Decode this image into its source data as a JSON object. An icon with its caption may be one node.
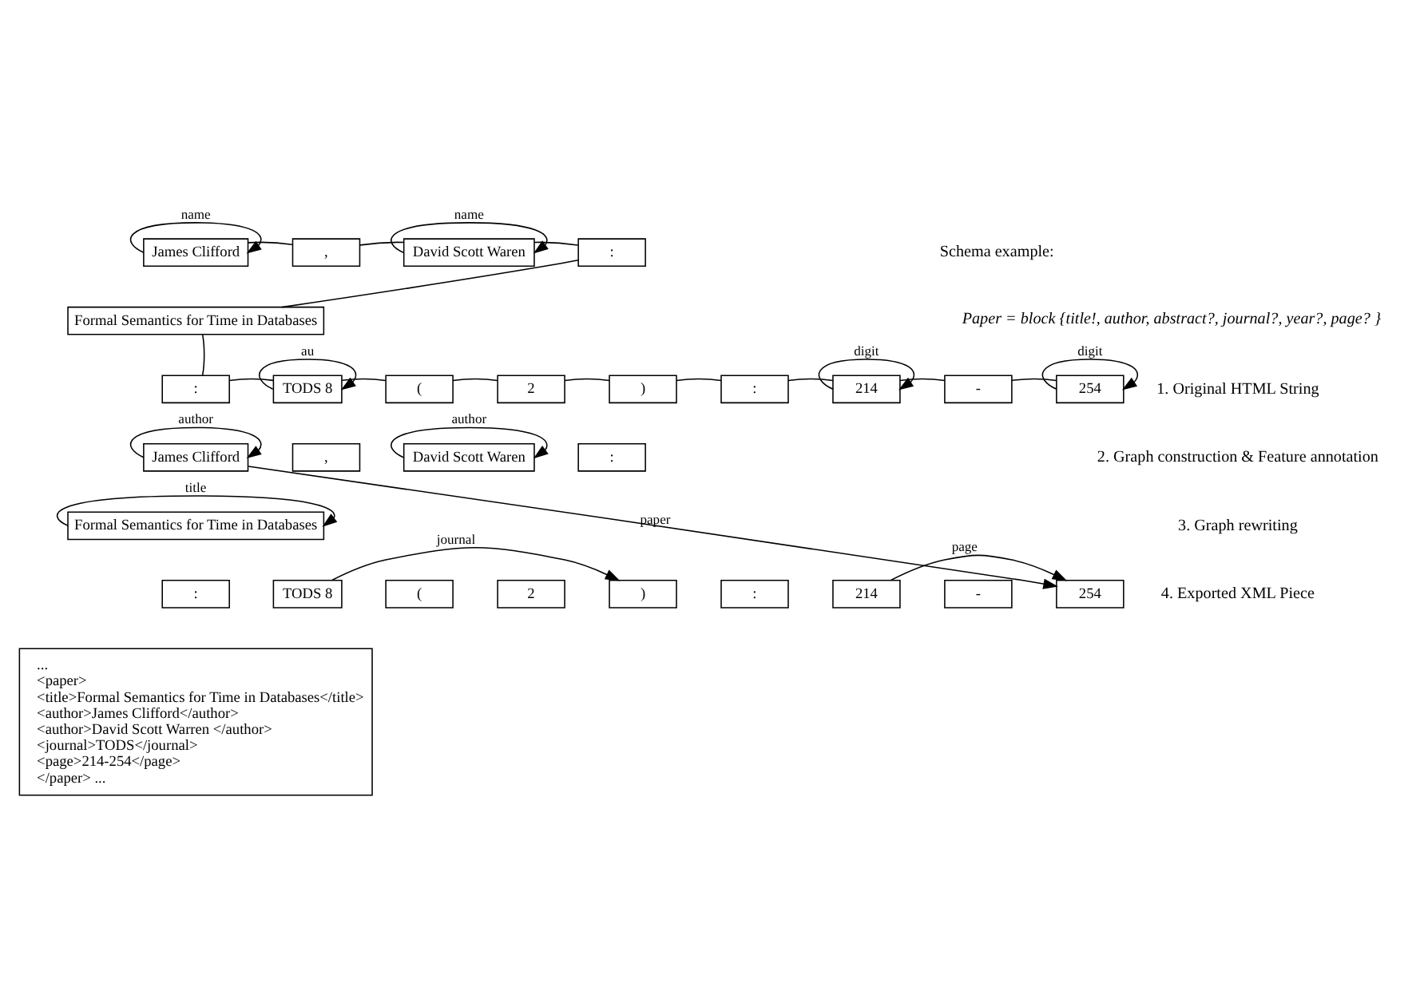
{
  "diagram": {
    "nodes": [
      {
        "text": [
          "James Clifford"
        ]
      },
      {
        "text": [
          ","
        ]
      },
      {
        "text": [
          "David Scott Waren"
        ]
      },
      {
        "text": [
          ":"
        ]
      },
      {
        "text": [
          "Formal Semantics for Time in Databases"
        ]
      },
      {
        "text": [
          ":"
        ]
      },
      {
        "text": [
          "TODS 8"
        ]
      },
      {
        "text": [
          "("
        ]
      },
      {
        "text": [
          "2"
        ]
      },
      {
        "text": [
          ")"
        ]
      },
      {
        "text": [
          ":"
        ]
      },
      {
        "text": [
          "214"
        ]
      },
      {
        "text": [
          "-"
        ]
      },
      {
        "text": [
          "254"
        ]
      },
      {
        "text": [
          "James Clifford"
        ]
      },
      {
        "text": [
          ","
        ]
      },
      {
        "text": [
          "David Scott Waren"
        ]
      },
      {
        "text": [
          ":"
        ]
      },
      {
        "text": [
          "Formal Semantics for Time in Databases"
        ]
      },
      {
        "text": [
          ":"
        ]
      },
      {
        "text": [
          "TODS 8"
        ]
      },
      {
        "text": [
          "("
        ]
      },
      {
        "text": [
          "2"
        ]
      },
      {
        "text": [
          ")"
        ]
      },
      {
        "text": [
          ":"
        ]
      },
      {
        "text": [
          "214"
        ]
      },
      {
        "text": [
          "-"
        ]
      },
      {
        "text": [
          "254"
        ]
      },
      {
        "text": [
          "...",
          "<paper>",
          "<title>Formal Semantics for Time in Databases</title>",
          "<author>James Clifford</author>",
          "<author>David Scott Warren </author>",
          "<journal>TODS</journal>",
          "<page>214-254</page>",
          "</paper> ..."
        ]
      }
    ],
    "edges": [
      {
        "from": 0,
        "to": 1,
        "arrow": "none"
      },
      {
        "from": 1,
        "to": 2,
        "arrow": "none"
      },
      {
        "from": 2,
        "to": 3,
        "arrow": "none"
      },
      {
        "from": 3,
        "to": 4,
        "arrow": "none"
      },
      {
        "from": 4,
        "to": 5,
        "arrow": "none"
      },
      {
        "from": 5,
        "to": 6,
        "arrow": "none"
      },
      {
        "from": 6,
        "to": 7,
        "arrow": "none"
      },
      {
        "from": 7,
        "to": 8,
        "arrow": "none"
      },
      {
        "from": 8,
        "to": 9,
        "arrow": "none"
      },
      {
        "from": 9,
        "to": 10,
        "arrow": "none"
      },
      {
        "from": 10,
        "to": 11,
        "arrow": "none"
      },
      {
        "from": 11,
        "to": 12,
        "arrow": "none"
      },
      {
        "from": 12,
        "to": 13,
        "arrow": "none"
      },
      {
        "from": 0,
        "to": 0,
        "arrow": "to",
        "label": "name"
      },
      {
        "from": 2,
        "to": 2,
        "arrow": "to",
        "label": "name"
      },
      {
        "from": 6,
        "to": 6,
        "arrow": "to",
        "label": "au"
      },
      {
        "from": 11,
        "to": 11,
        "arrow": "to",
        "label": "digit"
      },
      {
        "from": 13,
        "to": 13,
        "arrow": "to",
        "label": "digit"
      },
      {
        "from": 14,
        "to": 14,
        "arrow": "to",
        "label": "author"
      },
      {
        "from": 16,
        "to": 16,
        "arrow": "to",
        "label": "author"
      },
      {
        "from": 18,
        "to": 18,
        "arrow": "to",
        "label": "title"
      },
      {
        "from": 20,
        "to": 23,
        "arrow": "to",
        "label": "journal"
      },
      {
        "from": 25,
        "to": 27,
        "arrow": "to",
        "label": "page"
      },
      {
        "from": 14,
        "to": 27,
        "arrow": "to",
        "label": "paper"
      }
    ],
    "labels": [
      "Schema example:",
      "Paper = block {title!, author, abstract?, journal?, year?, page? }",
      "1. Original HTML String",
      "2. Graph construction & Feature annotation",
      "3. Graph rewriting",
      "4. Exported XML Piece"
    ]
  }
}
